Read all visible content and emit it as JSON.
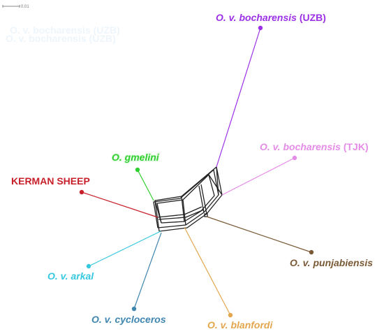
{
  "scale": {
    "label": "0.01"
  },
  "colors": {
    "network": "#222222",
    "uzb": "#9b30e6",
    "tjk": "#e58ce8",
    "gmelini": "#2fcf2f",
    "kerman": "#c8202a",
    "arkal": "#36c8e0",
    "cycloceros": "#3f86b0",
    "blanfordi": "#e3a64c",
    "punjabiensis": "#7a5a36"
  },
  "taxa": [
    {
      "id": "uzb",
      "italic": "O. v. bocharensis",
      "upright": " (UZB)",
      "color": "#9b30e6",
      "outline": false
    },
    {
      "id": "tjk",
      "italic": "O. v. bocharensis",
      "upright": " (TJK)",
      "color": "#e58ce8",
      "outline": false
    },
    {
      "id": "gmelini",
      "italic": "O. gmelini",
      "upright": "",
      "color": "#2fcf2f",
      "outline": true
    },
    {
      "id": "kerman",
      "italic": "",
      "upright": "KERMAN SHEEP",
      "color": "#c8202a",
      "outline": false
    },
    {
      "id": "arkal",
      "italic": "O. v. arkal",
      "upright": "",
      "color": "#36c8e0",
      "outline": false
    },
    {
      "id": "cycloceros",
      "italic": "O. v. cycloceros",
      "upright": "",
      "color": "#3f86b0",
      "outline": false
    },
    {
      "id": "blanfordi",
      "italic": "O. v. blanfordi",
      "upright": "",
      "color": "#e3a64c",
      "outline": false
    },
    {
      "id": "punjabiensis",
      "italic": "O. v. punjabiensis",
      "upright": "",
      "color": "#7a5a36",
      "outline": false
    }
  ]
}
